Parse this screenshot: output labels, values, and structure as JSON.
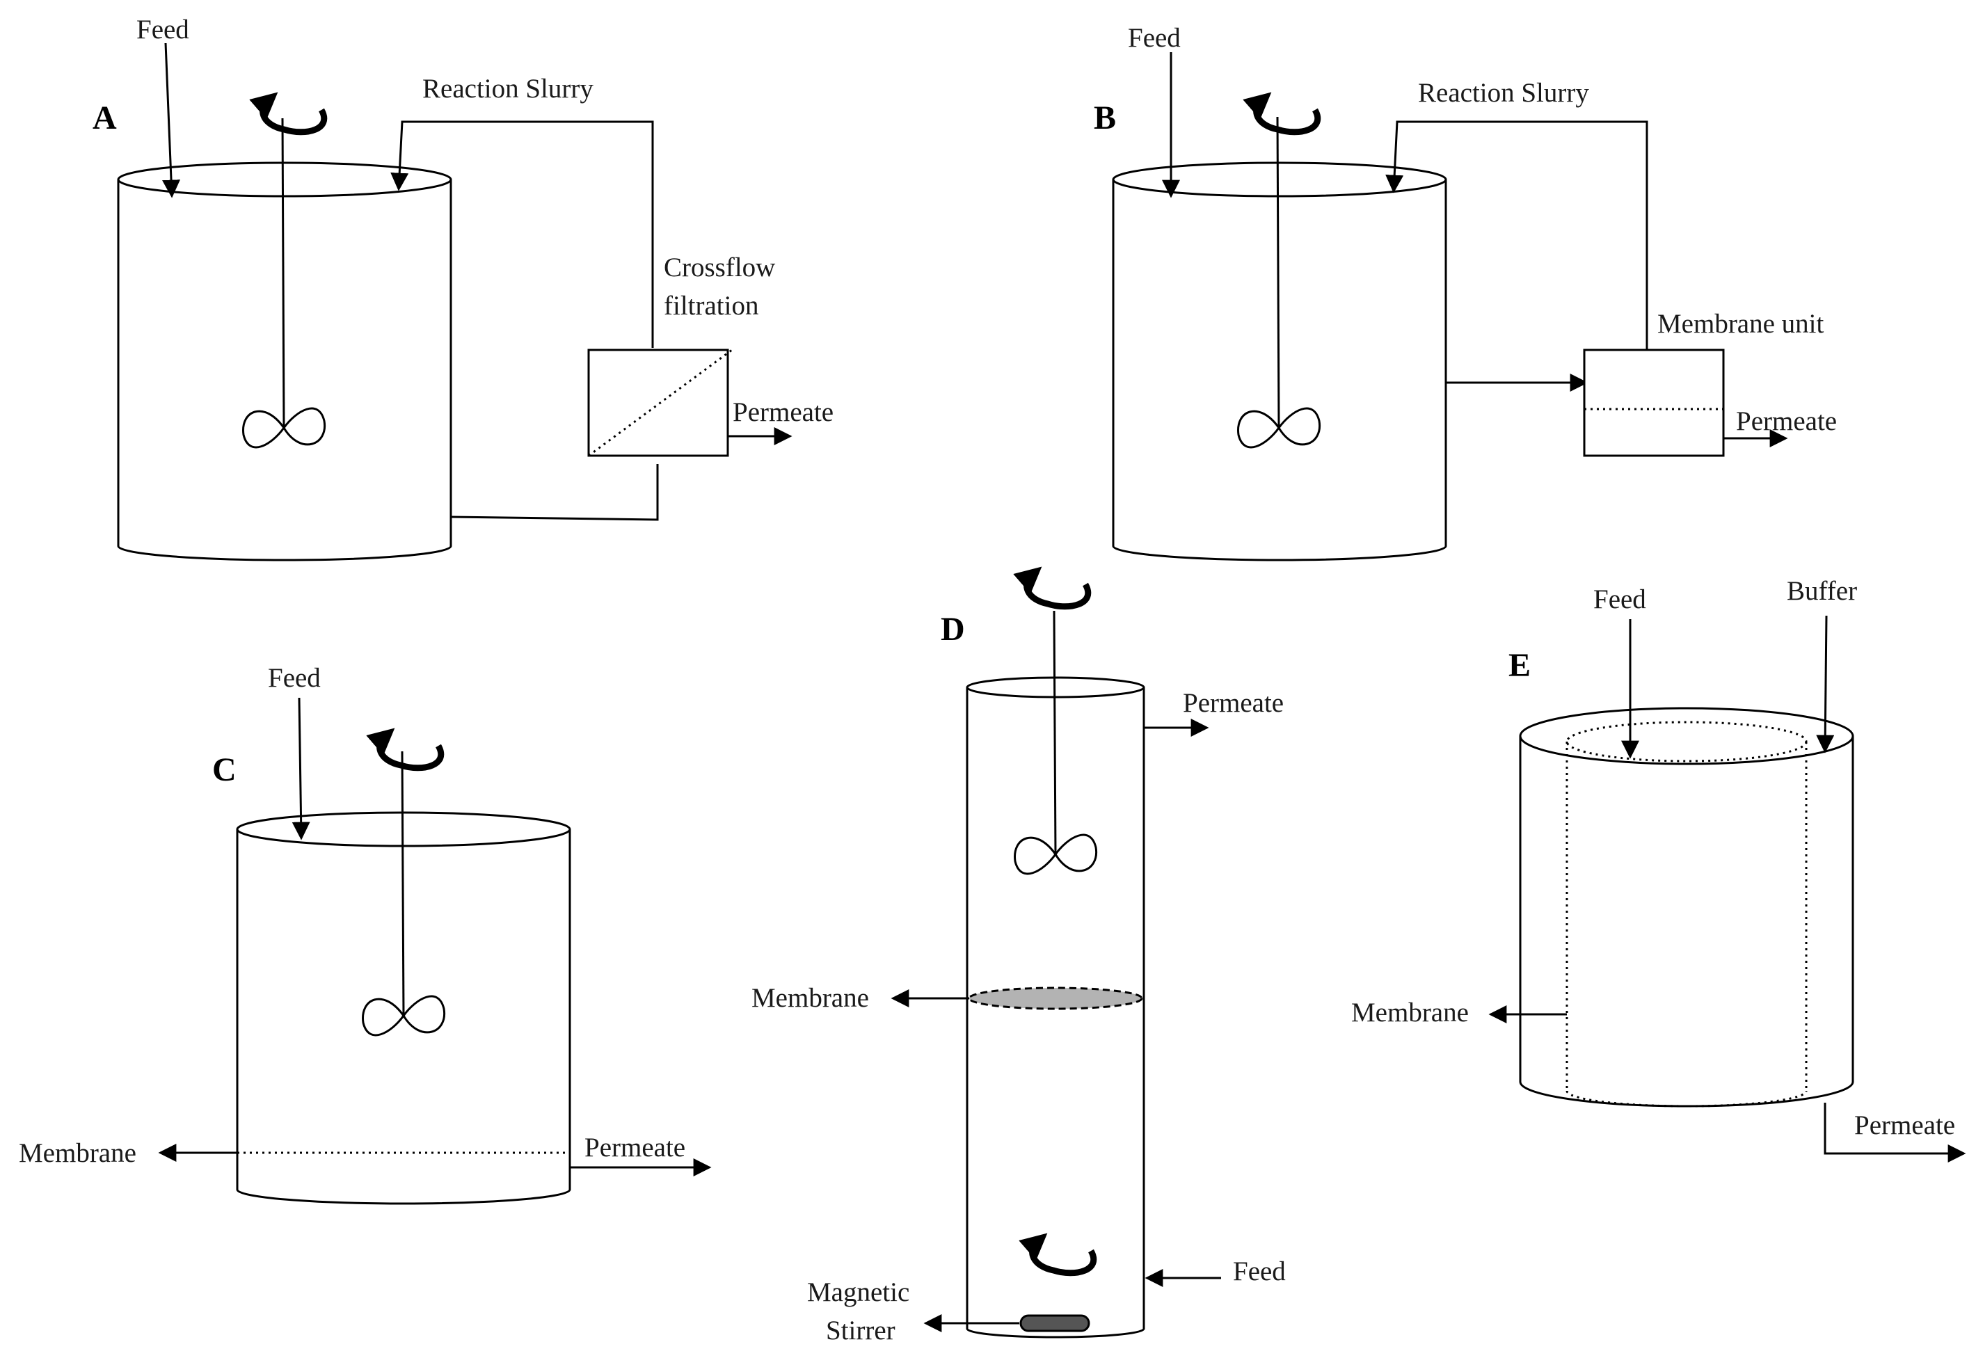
{
  "panels": {
    "A": {
      "letter": "A",
      "feed": "Feed",
      "slurry": "Reaction Slurry",
      "crossflow_1": "Crossflow",
      "crossflow_2": "filtration",
      "permeate": "Permeate"
    },
    "B": {
      "letter": "B",
      "feed": "Feed",
      "slurry": "Reaction Slurry",
      "membrane_unit": "Membrane unit",
      "permeate": "Permeate"
    },
    "C": {
      "letter": "C",
      "feed": "Feed",
      "membrane": "Membrane",
      "permeate": "Permeate"
    },
    "D": {
      "letter": "D",
      "permeate": "Permeate",
      "membrane": "Membrane",
      "feed": "Feed",
      "stirrer_1": "Magnetic",
      "stirrer_2": "Stirrer"
    },
    "E": {
      "letter": "E",
      "feed": "Feed",
      "buffer": "Buffer",
      "membrane": "Membrane",
      "permeate": "Permeate"
    }
  },
  "colors": {
    "line": "#000000",
    "membrane_disk": "#b3b3b3",
    "stirrer_bar": "#555555"
  }
}
